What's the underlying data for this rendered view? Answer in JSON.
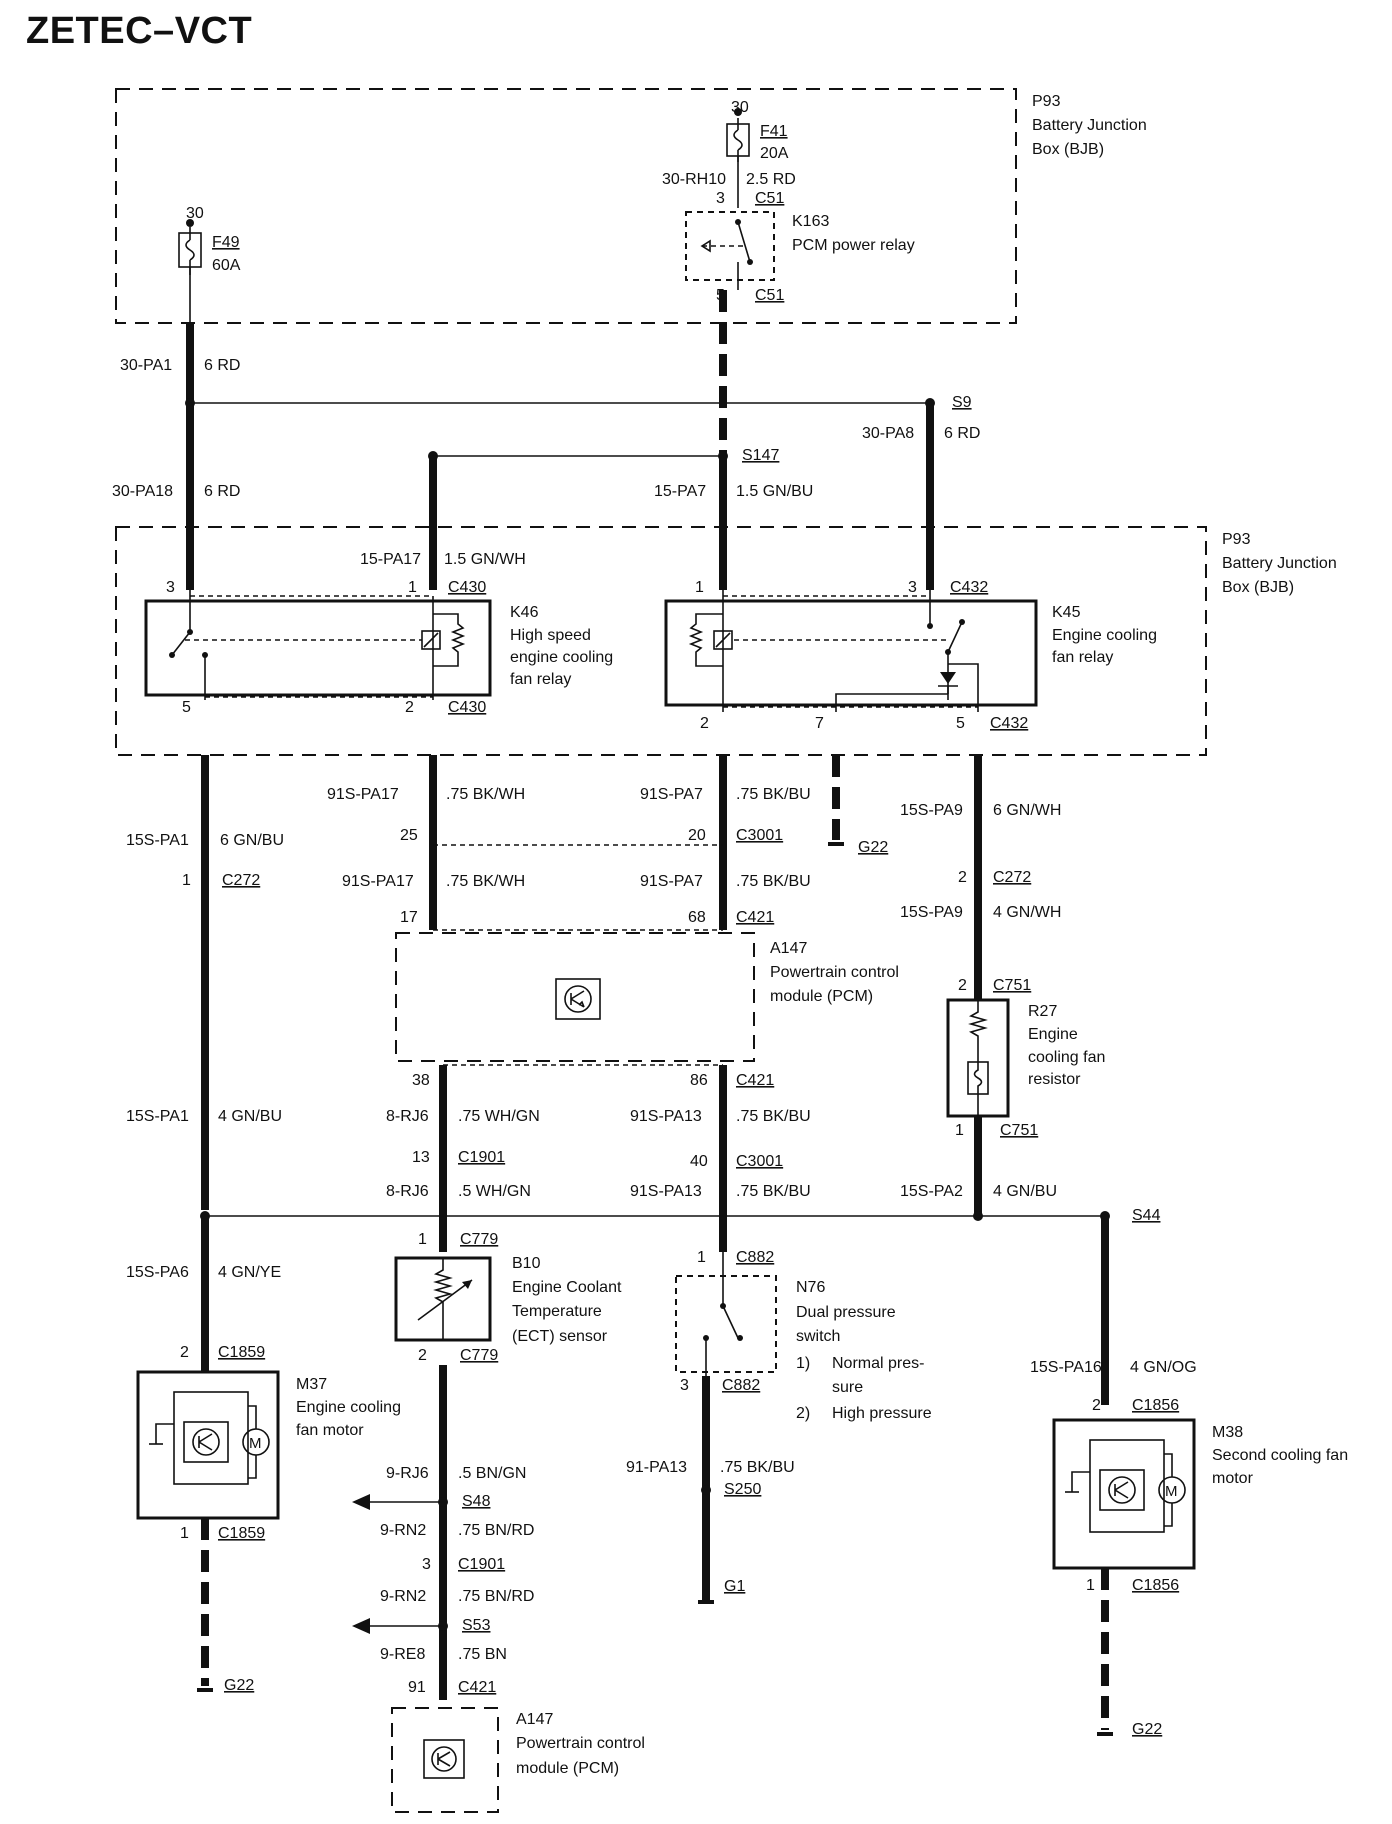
{
  "title": "ZETEC–VCT",
  "boxes": {
    "p93_top": {
      "id": "P93",
      "name1": "Battery Junction",
      "name2": "Box (BJB)"
    },
    "p93_mid": {
      "id": "P93",
      "name1": "Battery Junction",
      "name2": "Box (BJB)"
    }
  },
  "fuses": {
    "f41": {
      "pin": "30",
      "id": "F41",
      "rating": "20A"
    },
    "f49": {
      "pin": "30",
      "id": "F49",
      "rating": "60A"
    }
  },
  "components": {
    "k163": {
      "id": "K163",
      "line1": "PCM power relay",
      "pin_in": "3",
      "pin_out": "5",
      "conn": "C51"
    },
    "k46": {
      "id": "K46",
      "line1": "High speed",
      "line2": "engine cooling",
      "line3": "fan relay"
    },
    "k45": {
      "id": "K45",
      "line1": "Engine cooling",
      "line2": "fan relay"
    },
    "a147_top": {
      "id": "A147",
      "line1": "Powertrain control",
      "line2": "module (PCM)"
    },
    "r27": {
      "id": "R27",
      "line1": "Engine",
      "line2": "cooling fan",
      "line3": "resistor"
    },
    "b10": {
      "id": "B10",
      "line1": "Engine Coolant",
      "line2": "Temperature",
      "line3": "(ECT) sensor"
    },
    "n76": {
      "id": "N76",
      "line1": "Dual pressure",
      "line2": "switch",
      "n1": "1)",
      "t1a": "Normal pres-",
      "t1b": "sure",
      "n2": "2)",
      "t2": "High pressure"
    },
    "m37": {
      "id": "M37",
      "line1": "Engine cooling",
      "line2": "fan motor"
    },
    "m38": {
      "id": "M38",
      "line1": "Second cooling fan",
      "line2": "motor"
    },
    "a147_bot": {
      "id": "A147",
      "line1": "Powertrain control",
      "line2": "module (PCM)"
    }
  },
  "splices": {
    "s9": "S9",
    "s147": "S147",
    "s44": "S44",
    "s48": "S48",
    "s53": "S53",
    "s250": "S250"
  },
  "grounds": {
    "g22_a": "G22",
    "g22_b": "G22",
    "g22_c": "G22",
    "g1": "G1"
  },
  "wires": [
    {
      "id": "30-RH10",
      "spec": "2.5 RD"
    },
    {
      "id": "30-PA1",
      "spec": "6 RD"
    },
    {
      "id": "30-PA8",
      "spec": "6 RD"
    },
    {
      "id": "30-PA18",
      "spec": "6 RD"
    },
    {
      "id": "15-PA7",
      "spec": "1.5 GN/BU"
    },
    {
      "id": "15-PA17",
      "spec": "1.5 GN/WH"
    },
    {
      "id": "91S-PA17",
      "spec": ".75 BK/WH"
    },
    {
      "id": "91S-PA7",
      "spec": ".75 BK/BU"
    },
    {
      "id": "15S-PA9",
      "spec": "6 GN/WH"
    },
    {
      "id": "15S-PA1",
      "spec": "6 GN/BU"
    },
    {
      "id": "91S-PA17",
      "spec": ".75 BK/WH"
    },
    {
      "id": "91S-PA7",
      "spec": ".75 BK/BU"
    },
    {
      "id": "15S-PA9",
      "spec": "4 GN/WH"
    },
    {
      "id": "15S-PA1",
      "spec": "4 GN/BU"
    },
    {
      "id": "8-RJ6",
      "spec": ".75 WH/GN"
    },
    {
      "id": "91S-PA13",
      "spec": ".75 BK/BU"
    },
    {
      "id": "8-RJ6",
      "spec": ".5 WH/GN"
    },
    {
      "id": "91S-PA13",
      "spec": ".75 BK/BU"
    },
    {
      "id": "15S-PA2",
      "spec": "4 GN/BU"
    },
    {
      "id": "15S-PA6",
      "spec": "4 GN/YE"
    },
    {
      "id": "15S-PA16",
      "spec": "4 GN/OG"
    },
    {
      "id": "9-RJ6",
      "spec": ".5 BN/GN"
    },
    {
      "id": "9-RN2",
      "spec": ".75 BN/RD"
    },
    {
      "id": "91-PA13",
      "spec": ".75 BK/BU"
    },
    {
      "id": "9-RN2",
      "spec": ".75 BN/RD"
    },
    {
      "id": "9-RE8",
      "spec": ".75 BN"
    }
  ],
  "connectors": [
    {
      "pin": "3",
      "conn": "C430"
    },
    {
      "pin": "1",
      "conn": "C430"
    },
    {
      "pin": "5",
      "conn": ""
    },
    {
      "pin": "2",
      "conn": "C430"
    },
    {
      "pin": "1",
      "conn": ""
    },
    {
      "pin": "3",
      "conn": "C432"
    },
    {
      "pin": "2",
      "conn": ""
    },
    {
      "pin": "7",
      "conn": ""
    },
    {
      "pin": "5",
      "conn": "C432"
    },
    {
      "pin": "25",
      "conn": ""
    },
    {
      "pin": "20",
      "conn": "C3001"
    },
    {
      "pin": "1",
      "conn": "C272"
    },
    {
      "pin": "2",
      "conn": "C272"
    },
    {
      "pin": "17",
      "conn": ""
    },
    {
      "pin": "68",
      "conn": "C421"
    },
    {
      "pin": "2",
      "conn": "C751"
    },
    {
      "pin": "1",
      "conn": "C751"
    },
    {
      "pin": "38",
      "conn": ""
    },
    {
      "pin": "86",
      "conn": "C421"
    },
    {
      "pin": "13",
      "conn": "C1901"
    },
    {
      "pin": "40",
      "conn": "C3001"
    },
    {
      "pin": "1",
      "conn": "C779"
    },
    {
      "pin": "2",
      "conn": "C779"
    },
    {
      "pin": "1",
      "conn": "C882"
    },
    {
      "pin": "3",
      "conn": "C882"
    },
    {
      "pin": "2",
      "conn": "C1859"
    },
    {
      "pin": "1",
      "conn": "C1859"
    },
    {
      "pin": "2",
      "conn": "C1856"
    },
    {
      "pin": "1",
      "conn": "C1856"
    },
    {
      "pin": "3",
      "conn": "C1901"
    },
    {
      "pin": "91",
      "conn": "C421"
    }
  ]
}
